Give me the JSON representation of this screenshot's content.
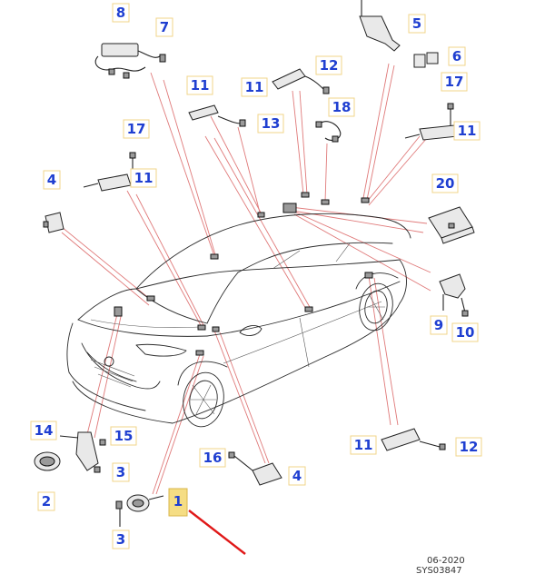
{
  "callouts": [
    {
      "id": "c8a",
      "label": "8"
    },
    {
      "id": "c7",
      "label": "7"
    },
    {
      "id": "c5",
      "label": "5"
    },
    {
      "id": "c6",
      "label": "6"
    },
    {
      "id": "c12a",
      "label": "12"
    },
    {
      "id": "c11a",
      "label": "11"
    },
    {
      "id": "c11b",
      "label": "11"
    },
    {
      "id": "c13",
      "label": "13"
    },
    {
      "id": "c18",
      "label": "18"
    },
    {
      "id": "c17a",
      "label": "17"
    },
    {
      "id": "c11c",
      "label": "11"
    },
    {
      "id": "c17b",
      "label": "17"
    },
    {
      "id": "c11d",
      "label": "11"
    },
    {
      "id": "c4a",
      "label": "4"
    },
    {
      "id": "c20",
      "label": "20"
    },
    {
      "id": "c9",
      "label": "9"
    },
    {
      "id": "c10",
      "label": "10"
    },
    {
      "id": "c14",
      "label": "14"
    },
    {
      "id": "c15",
      "label": "15"
    },
    {
      "id": "c3a",
      "label": "3"
    },
    {
      "id": "c2",
      "label": "2"
    },
    {
      "id": "c16",
      "label": "16"
    },
    {
      "id": "c4b",
      "label": "4"
    },
    {
      "id": "c11e",
      "label": "11"
    },
    {
      "id": "c12b",
      "label": "12"
    },
    {
      "id": "c1",
      "label": "1",
      "highlighted": true
    },
    {
      "id": "c3b",
      "label": "3"
    }
  ],
  "footer": {
    "date": "06-2020",
    "code": "SYS03847"
  },
  "colors": {
    "callout_text": "#1f3fd1",
    "callout_border": "#f1d48a",
    "highlight_fill": "#f5dd84",
    "leader_line": "#e07a7a",
    "pointer_arrow": "#e01818"
  }
}
